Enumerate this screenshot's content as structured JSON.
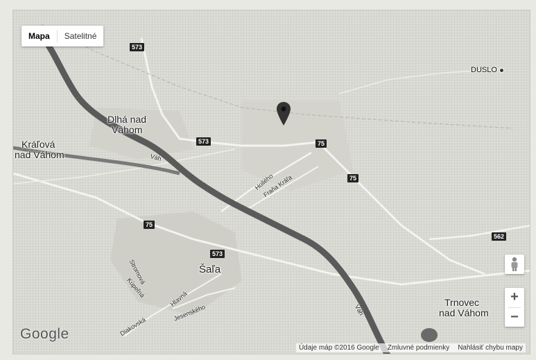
{
  "map_type": {
    "map_label": "Mapa",
    "satellite_label": "Satelitné"
  },
  "places": {
    "dlha": "Dlhá nad Váhom",
    "kralova_1": "Kráľová",
    "kralova_2": "nad Váhom",
    "dlha_1": "Dlhá nad",
    "dlha_2": "Váhom",
    "sala": "Šaľa",
    "trnovec_1": "Trnovec",
    "trnovec_2": "nad Váhom",
    "duslo": "DUSLO"
  },
  "streets": {
    "hollého": "Hollého",
    "frana_krala": "Fraňa Kráľa",
    "vah": "Váh",
    "vah2": "Váh",
    "hlavna": "Hlavná",
    "jesenskeho": "Jesenského",
    "diakovska": "Diakovská",
    "kupeľna": "Kúpeľná",
    "stromova": "Stromová"
  },
  "shields": {
    "s573_top": "573",
    "s573_mid": "573",
    "s573_sala": "573",
    "s75_a": "75",
    "s75_b": "75",
    "s75_c": "75",
    "s562": "562"
  },
  "poi": {
    "duslo": "DUSLO"
  },
  "logo": "Google",
  "attribution": {
    "data": "Údaje máp ©2016 Google",
    "terms": "Zmluvné podmienky",
    "report": "Nahlásiť chybu mapy"
  },
  "zoom": {
    "in": "+",
    "out": "−"
  },
  "colors": {
    "river": "#6b6b6b",
    "water_light": "#8a8a8a",
    "road": "#f4f4f0",
    "land": "#dcdcd6"
  }
}
